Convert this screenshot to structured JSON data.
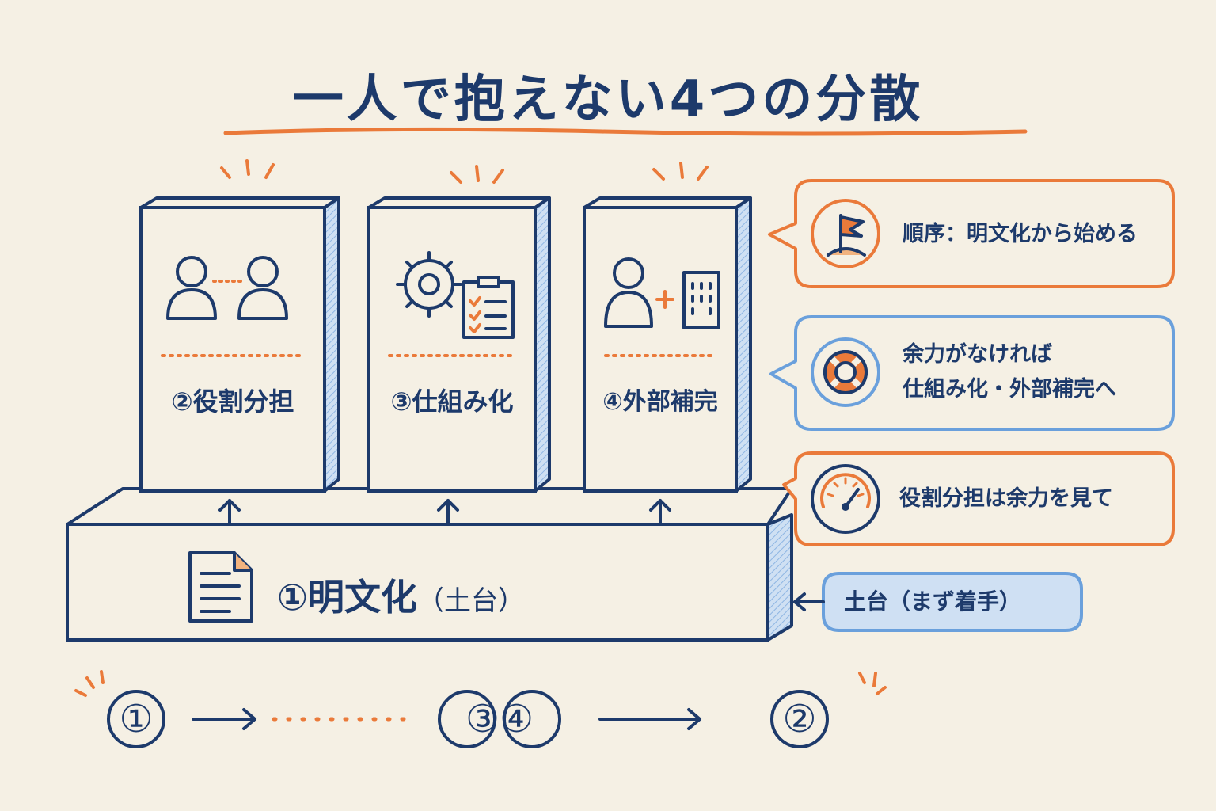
{
  "title": "一人で抱えない4つの分散",
  "colors": {
    "navy": "#1d3a6b",
    "orange": "#ea7a3a",
    "blue": "#6aa0dc",
    "light_blue": "#cfe0f3",
    "background": "#f5f0e4"
  },
  "pillars": [
    {
      "label": "②役割分担",
      "icon": "people-link-icon"
    },
    {
      "label": "③仕組み化",
      "icon": "gear-checklist-icon"
    },
    {
      "label": "④外部補完",
      "icon": "person-plus-building-icon"
    }
  ],
  "base": {
    "label": "①明文化",
    "sub": "（土台）",
    "icon": "document-icon"
  },
  "notes": [
    {
      "text": "順序：明文化から始める",
      "icon": "flag-icon",
      "color": "orange"
    },
    {
      "lines": [
        "余力がなければ",
        "仕組み化・外部補完へ"
      ],
      "icon": "lifebuoy-icon",
      "color": "blue"
    },
    {
      "text": "役割分担は余力を見て",
      "icon": "gauge-icon",
      "color": "orange"
    },
    {
      "text": "土台（まず着手）",
      "color": "light_blue"
    }
  ],
  "flow": [
    "①",
    "③④",
    "②"
  ]
}
